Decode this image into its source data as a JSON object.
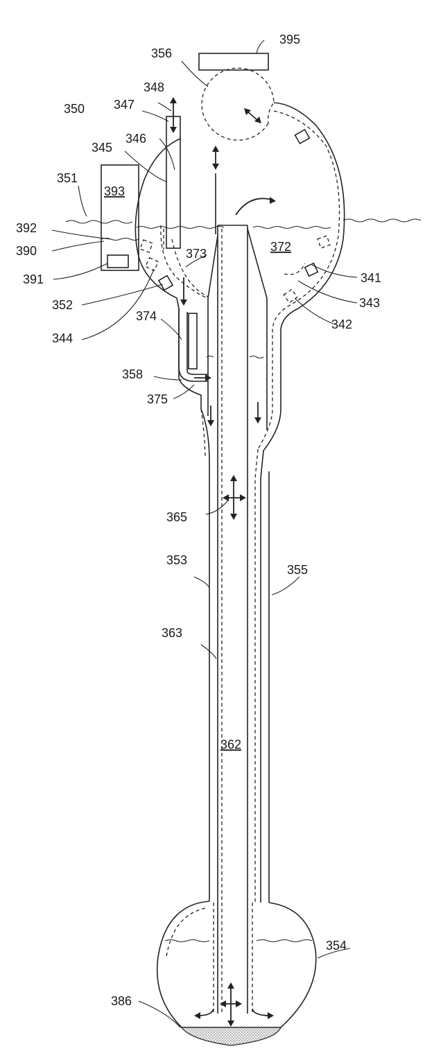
{
  "labels": {
    "l395": "395",
    "l356": "356",
    "l348": "348",
    "l347": "347",
    "l350": "350",
    "l346": "346",
    "l345": "345",
    "l351": "351",
    "l393": "393",
    "l392": "392",
    "l390": "390",
    "l391": "391",
    "l373": "373",
    "l372": "372",
    "l341": "341",
    "l343": "343",
    "l352": "352",
    "l344": "344",
    "l342": "342",
    "l374": "374",
    "l358": "358",
    "l375": "375",
    "l365": "365",
    "l353": "353",
    "l355": "355",
    "l363": "363",
    "l362": "362",
    "l354": "354",
    "l386": "386"
  }
}
